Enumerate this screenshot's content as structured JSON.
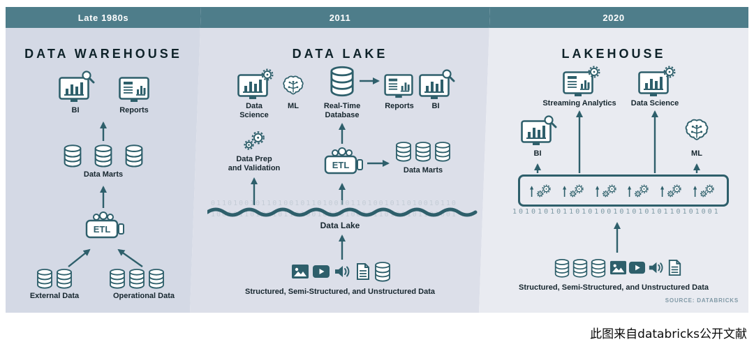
{
  "caption": "此图来自databricks公开文献",
  "colors": {
    "header_bg": "#4e7d8a",
    "diagram_teal": "#2e5f6b",
    "panel1_bg": "#d4d9e5",
    "panel2_bg": "#dcdfe9",
    "panel3_bg": "#e9ebf1",
    "binary_light": "#c4ccd6",
    "binary_dark": "#7d99a4"
  },
  "panels": [
    {
      "era": "Late 1980s",
      "title": "DATA WAREHOUSE",
      "bi_label": "BI",
      "reports_label": "Reports",
      "data_marts_label": "Data Marts",
      "etl_label": "ETL",
      "external_label": "External Data",
      "operational_label": "Operational Data"
    },
    {
      "era": "2011",
      "title": "DATA LAKE",
      "ds_line1": "Data",
      "ds_line2": "Science",
      "ml_label": "ML",
      "rt_line1": "Real-Time",
      "rt_line2": "Database",
      "reports_label": "Reports",
      "bi_label": "BI",
      "prep_line1": "Data Prep",
      "prep_line2": "and Validation",
      "etl_label": "ETL",
      "data_marts_label": "Data Marts",
      "lake_label": "Data Lake",
      "binary_row1": "01101001011010010110100101101001011010010110",
      "binary_row2": "10010110100101101001011010010110100101101001",
      "bottom_label": "Structured, Semi-Structured, and Unstructured Data"
    },
    {
      "era": "2020",
      "title": "LAKEHOUSE",
      "streaming_label": "Streaming Analytics",
      "data_science_label": "Data Science",
      "bi_label": "BI",
      "ml_label": "ML",
      "binary_row": "101010101101010010101010110101001",
      "bottom_label": "Structured, Semi-Structured, and Unstructured Data",
      "source_note": "SOURCE: DATABRICKS"
    }
  ]
}
